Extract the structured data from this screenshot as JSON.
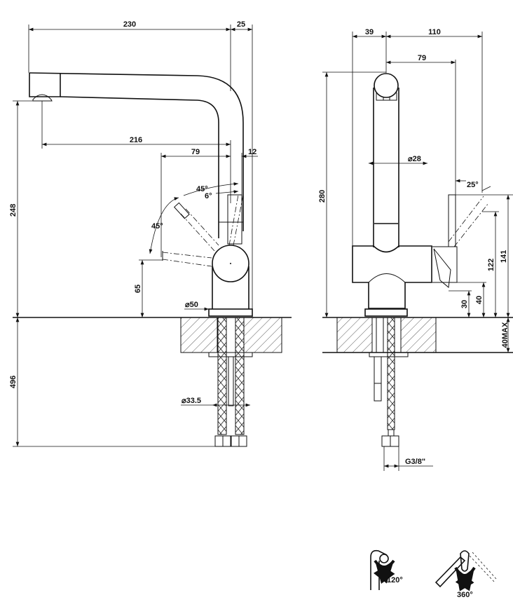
{
  "side_view": {
    "dim_spout_length": "230",
    "dim_body_offset": "25",
    "dim_spout_reach": "216",
    "dim_lever_reach": "79",
    "dim_lever_offset": "12",
    "dim_total_height": "248",
    "dim_lever_height": "65",
    "angle_upper": "45°",
    "angle_tilt": "6°",
    "angle_lower": "45°",
    "dim_base_diameter": "⌀50",
    "dim_hole_diameter": "⌀33.5",
    "dim_hose_length": "496"
  },
  "front_view": {
    "dim_left": "39",
    "dim_right": "110",
    "dim_lever": "79",
    "dim_height": "280",
    "dim_column_diameter": "⌀28",
    "angle_lever": "25°",
    "dim_141": "141",
    "dim_122": "122",
    "dim_40": "40",
    "dim_30": "30",
    "dim_deck_max": "40MAX",
    "dim_connection": "G3/8\""
  },
  "rotation_icons": {
    "spout_rotation": "120°",
    "handle_rotation": "360°"
  }
}
